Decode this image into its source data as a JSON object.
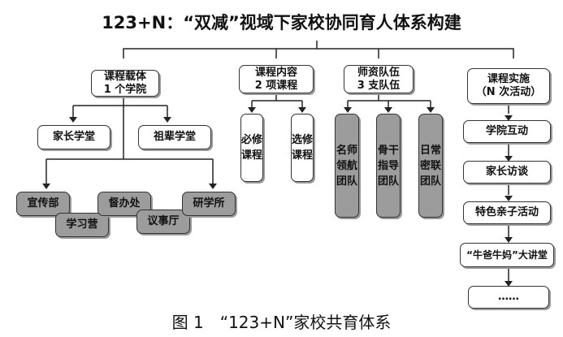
{
  "title": "123+N：“双减”视域下家校协同育人体系构建",
  "caption": "图 1　“123+N”家校共育体系",
  "carrier": {
    "head": "课程载体\n1 个学院",
    "children": [
      "家长学堂",
      "祖辈学堂"
    ],
    "units": [
      "宣传部",
      "学习营",
      "督办处",
      "议事厅",
      "研学所"
    ]
  },
  "content": {
    "head": "课程内容\n2 项课程",
    "children": [
      "必修课程",
      "选修课程"
    ]
  },
  "teachers": {
    "head": "师资队伍\n3 支队伍",
    "children": [
      "名师领航团队",
      "骨干指导团队",
      "日常密联团队"
    ]
  },
  "implementation": {
    "head": "课程实施\n（N 次活动）",
    "steps": [
      "学院互动",
      "家长访谈",
      "特色亲子活动",
      "“牛爸牛妈”大讲堂",
      "……"
    ]
  }
}
